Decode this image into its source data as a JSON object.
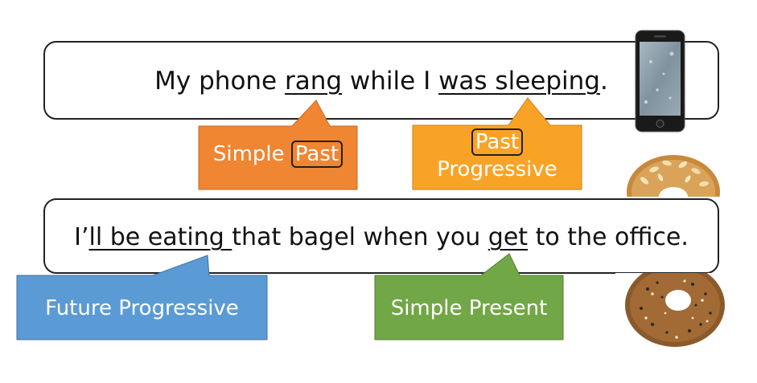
{
  "sentences": [
    {
      "parts": [
        {
          "text": "My phone ",
          "underline": false
        },
        {
          "text": "rang",
          "underline": true
        },
        {
          "text": " while I ",
          "underline": false
        },
        {
          "text": "was sleeping",
          "underline": true
        },
        {
          "text": ".",
          "underline": false
        }
      ]
    },
    {
      "parts": [
        {
          "text": "I’",
          "underline": false
        },
        {
          "text": "ll be eating ",
          "underline": true
        },
        {
          "text": "that bagel when you ",
          "underline": false
        },
        {
          "text": "get",
          "underline": true
        },
        {
          "text": " to the office.",
          "underline": false
        }
      ]
    }
  ],
  "callouts": {
    "simple_past": {
      "prefix": "Simple ",
      "boxed": "Past",
      "color": "#f08532"
    },
    "past_progressive": {
      "boxed": "Past",
      "line2": "Progressive",
      "color": "#f9a326"
    },
    "future_progressive": {
      "label": "Future Progressive",
      "color": "#5b9bd5"
    },
    "simple_present": {
      "label": "Simple Present",
      "color": "#71a746"
    }
  },
  "icons": {
    "phone": "smartphone-icon",
    "bagel_top": "bagel-icon",
    "bagel_bottom": "bagel-icon"
  }
}
